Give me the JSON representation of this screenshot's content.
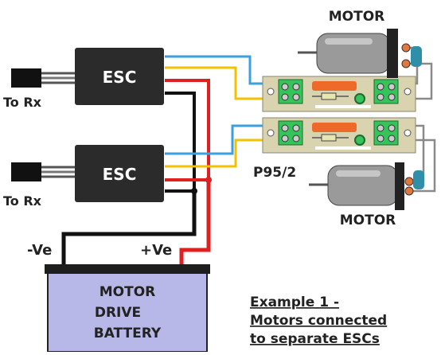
{
  "labels": {
    "motor_top": "MOTOR",
    "motor_bottom": "MOTOR",
    "esc_top": "ESC",
    "esc_bottom": "ESC",
    "rx_top": "To Rx",
    "rx_bottom": "To Rx",
    "neg": "-Ve",
    "pos": "+Ve",
    "board_model": "P95/2",
    "battery_line1": "MOTOR",
    "battery_line2": "DRIVE",
    "battery_line3": "BATTERY",
    "caption_line1": "Example 1 -",
    "caption_line2": "Motors connected",
    "caption_line3": "to separate ESCs"
  },
  "colors": {
    "esc_body": "#2b2b2b",
    "battery_fill": "#b8b8e8",
    "battery_top": "#1e1e1e",
    "wire_red": "#e02020",
    "wire_black": "#111111",
    "wire_yellow": "#f2c200",
    "wire_blue": "#3aa0e0",
    "wire_grey": "#8a8a8a",
    "board_fill": "#d9d3b0",
    "terminal_green": "#35c35a",
    "relay_orange": "#ee6a2a"
  }
}
